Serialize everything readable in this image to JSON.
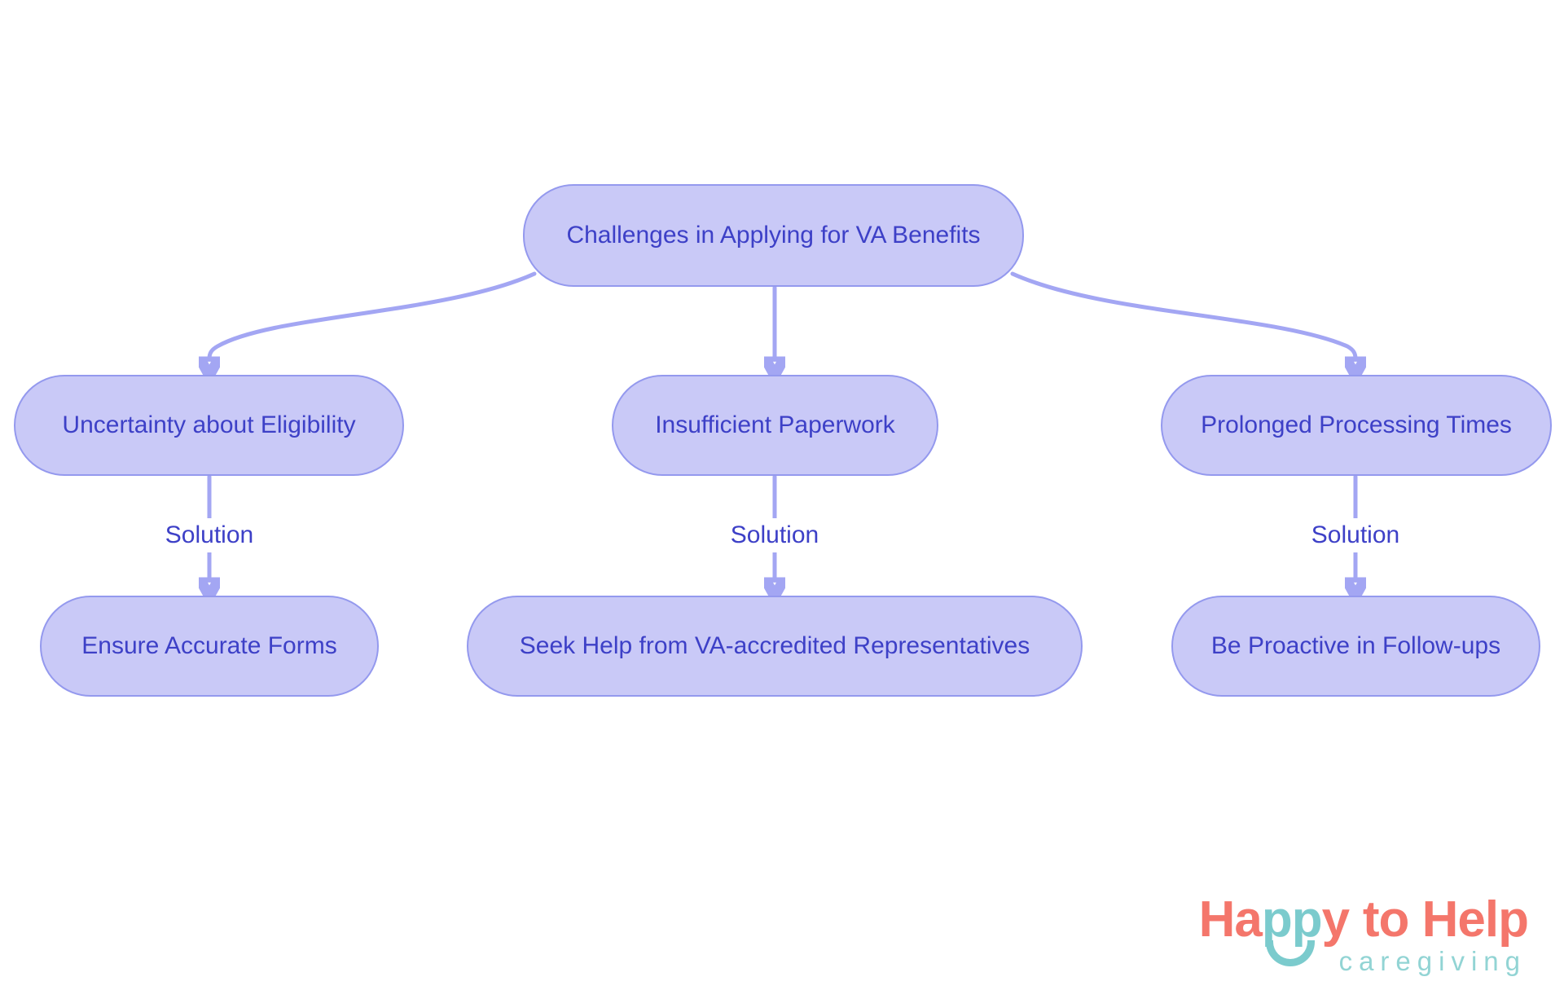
{
  "diagram": {
    "root": {
      "label": "Challenges in Applying for VA Benefits"
    },
    "branches": [
      {
        "challenge": "Uncertainty about Eligibility",
        "edge_label": "Solution",
        "solution": "Ensure Accurate Forms"
      },
      {
        "challenge": "Insufficient Paperwork",
        "edge_label": "Solution",
        "solution": "Seek Help from VA-accredited Representatives"
      },
      {
        "challenge": "Prolonged Processing Times",
        "edge_label": "Solution",
        "solution": "Be Proactive in Follow-ups"
      }
    ]
  },
  "logo": {
    "part_ha": "Ha",
    "part_pp": "pp",
    "part_y": "y",
    "part_rest": "to Help",
    "tagline": "caregiving"
  },
  "colors": {
    "node_fill": "#C9C9F7",
    "node_border": "#9499EE",
    "edge": "#A3A6F3",
    "node_text": "#3D40C7",
    "logo_coral": "#F4766B",
    "logo_teal": "#7BCBCD",
    "logo_tagline": "#92D4D4",
    "background": "#FFFFFF"
  }
}
